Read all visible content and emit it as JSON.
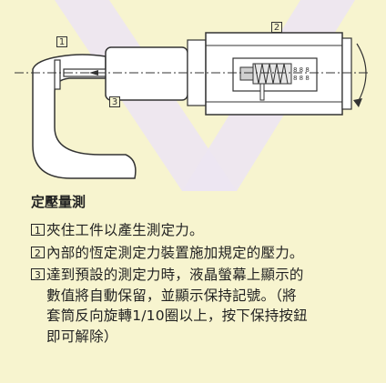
{
  "labels": {
    "l1": "1",
    "l2": "2",
    "l3": "3"
  },
  "scale_text": "8 8 8\n8 8 8",
  "section": {
    "title": "定壓量測",
    "items": [
      {
        "num": "1",
        "text": "夾住工件以產生測定力。"
      },
      {
        "num": "2",
        "text": "內部的恆定測定力裝置施加規定的壓力。"
      },
      {
        "num": "3",
        "text": "達到預設的測定力時，液晶螢幕上顯示的\n數值將自動保留，並顯示保持記號。（將\n套筒反向旋轉1/10圈以上，按下保持按鈕\n即可解除）"
      }
    ]
  },
  "colors": {
    "background": "#f7f4cf",
    "watermark": "#ece6f2",
    "line": "#333333"
  }
}
